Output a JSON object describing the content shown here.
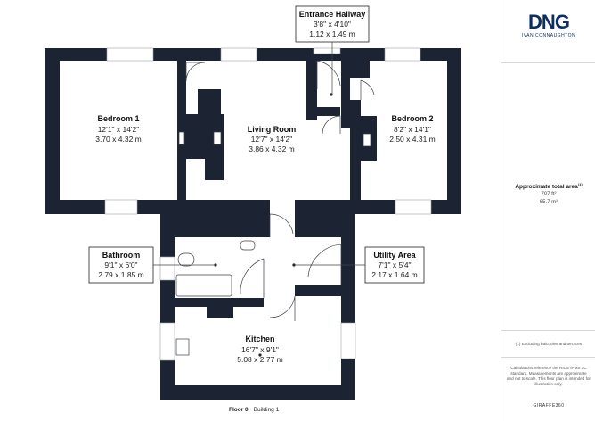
{
  "rooms": {
    "bedroom1": {
      "name": "Bedroom 1",
      "imperial": "12'1\" x 14'2\"",
      "metric": "3.70 x 4.32 m"
    },
    "living": {
      "name": "Living Room",
      "imperial": "12'7\" x 14'2\"",
      "metric": "3.86 x 4.32 m"
    },
    "bedroom2": {
      "name": "Bedroom 2",
      "imperial": "8'2\" x 14'1\"",
      "metric": "2.50 x 4.31 m"
    },
    "kitchen": {
      "name": "Kitchen",
      "imperial": "16'7\" x 9'1\"",
      "metric": "5.08 x 2.77 m"
    },
    "hallway": {
      "name": "Entrance Hallway",
      "imperial": "3'8\" x 4'10\"",
      "metric": "1.12 x 1.49 m"
    },
    "bathroom": {
      "name": "Bathroom",
      "imperial": "9'1\" x 6'0\"",
      "metric": "2.79 x 1.85 m"
    },
    "utility": {
      "name": "Utility Area",
      "imperial": "7'1\" x 5'4\"",
      "metric": "2.17 x 1.64 m"
    }
  },
  "floor": {
    "label": "Floor 0",
    "building": "Building 1"
  },
  "sidebar": {
    "logo_mark": "DNG",
    "logo_sub": "IVAN CONNAUGHTON",
    "area_title": "Approximate total area",
    "area_title_note": "(1)",
    "area_ft": "707 ft²",
    "area_m": "65.7 m²",
    "exclusion_note": "(1) Excluding balconies and terraces",
    "calc_note": "Calculations reference the RICS IPMS 3C standard. Measurements are approximate and not to scale. This floor plan is intended for illustration only.",
    "brand": "GIRAFFE360"
  },
  "colors": {
    "wall": "#1c2333",
    "logo": "#0d2d63"
  }
}
